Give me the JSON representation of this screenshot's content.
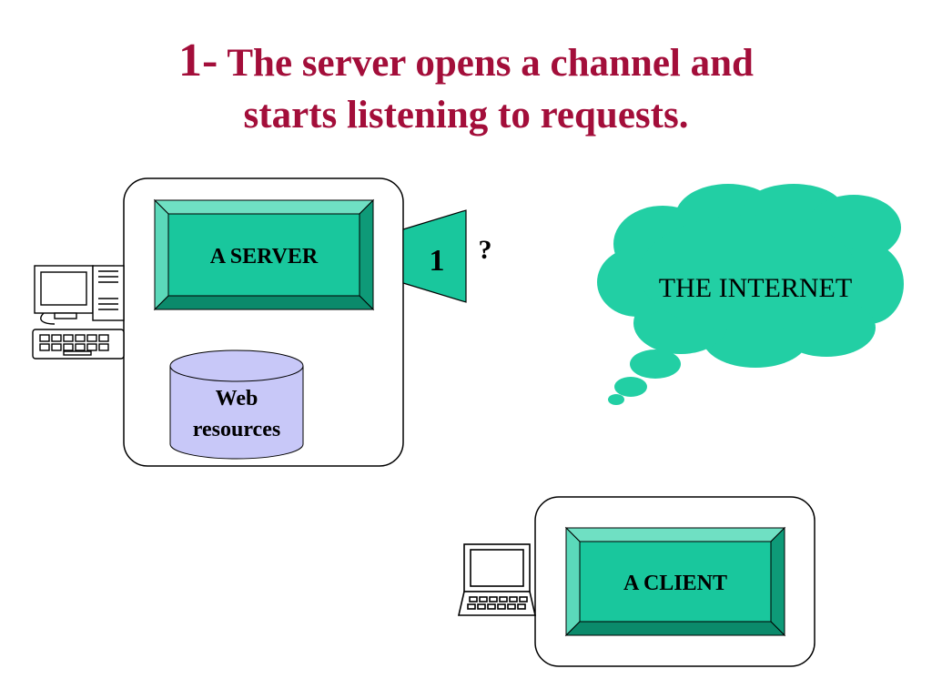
{
  "title": {
    "number": "1-",
    "line1": "The server opens a channel and",
    "line2": "starts listening to requests."
  },
  "server": {
    "label": "A SERVER",
    "database_line1": "Web",
    "database_line2": "resources",
    "channel_number": "1",
    "question_mark": "?"
  },
  "internet": {
    "label": "THE INTERNET"
  },
  "client": {
    "label": "A CLIENT"
  },
  "colors": {
    "title": "#a30e3a",
    "teal": "#19c79d",
    "cloud": "#22cfa4",
    "database": "#c8c8f8"
  },
  "icons": [
    "desktop-computer-icon",
    "laptop-computer-icon"
  ]
}
